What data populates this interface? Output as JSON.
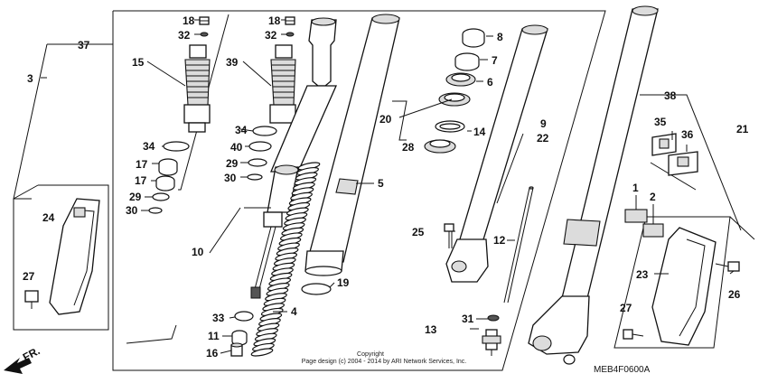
{
  "diagram": {
    "callouts": [
      "18",
      "32",
      "15",
      "39",
      "18",
      "32",
      "34",
      "40",
      "29",
      "30",
      "34",
      "17",
      "17",
      "29",
      "30",
      "37",
      "3",
      "24",
      "27",
      "10",
      "33",
      "11",
      "16",
      "4",
      "19",
      "5",
      "8",
      "7",
      "6",
      "20",
      "14",
      "28",
      "9",
      "22",
      "25",
      "12",
      "13",
      "31",
      "38",
      "21",
      "35",
      "36",
      "1",
      "2",
      "23",
      "26",
      "27"
    ],
    "copyright_line1": "Copyright",
    "copyright_line2": "Page design (c) 2004 - 2014 by ARI Network Services, Inc.",
    "diagram_code": "MEB4F0600A",
    "front_marker": "FR."
  }
}
